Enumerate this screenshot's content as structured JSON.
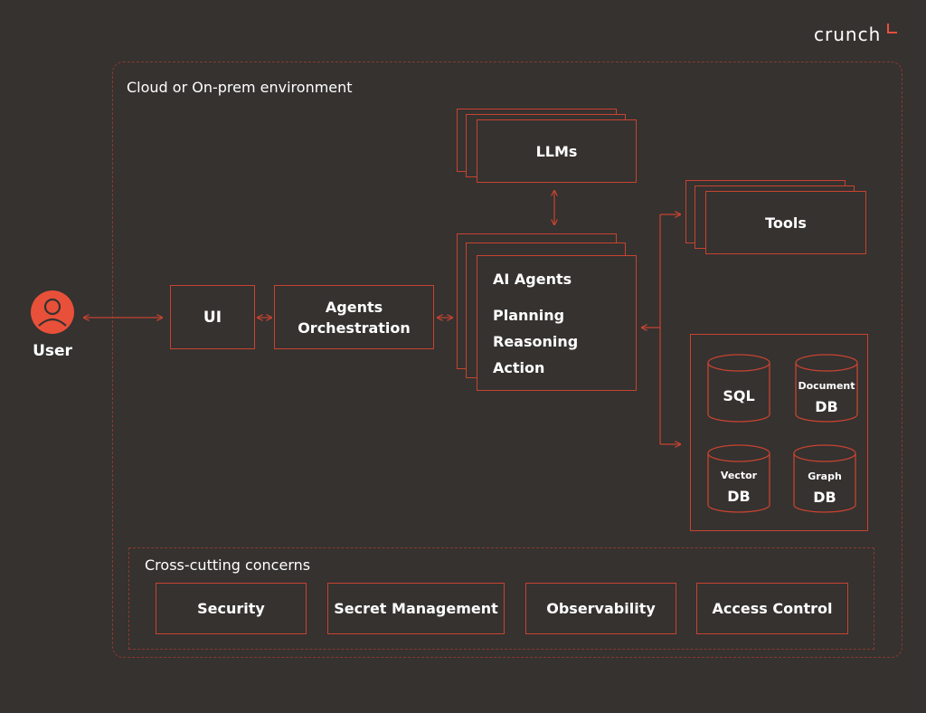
{
  "logo": {
    "text": "crunch"
  },
  "environment": {
    "title": "Cloud or On-prem environment"
  },
  "user": {
    "label": "User"
  },
  "nodes": {
    "ui": "UI",
    "orchestration_line1": "Agents",
    "orchestration_line2": "Orchestration",
    "llms": "LLMs",
    "tools": "Tools",
    "agents_title": "AI Agents",
    "agents_planning": "Planning",
    "agents_reasoning": "Reasoning",
    "agents_action": "Action"
  },
  "databases": {
    "sql": "SQL",
    "document_top": "Document",
    "document_bottom": "DB",
    "vector_top": "Vector",
    "vector_bottom": "DB",
    "graph_top": "Graph",
    "graph_bottom": "DB"
  },
  "cross_cutting": {
    "title": "Cross-cutting concerns",
    "items": [
      "Security",
      "Secret Management",
      "Observability",
      "Access Control"
    ]
  },
  "colors": {
    "accent": "#c8432f",
    "user_icon": "#e8503a",
    "background": "#353230"
  },
  "icons": {
    "user": "user-avatar-icon",
    "logo_mark": "corner-mark-icon"
  }
}
